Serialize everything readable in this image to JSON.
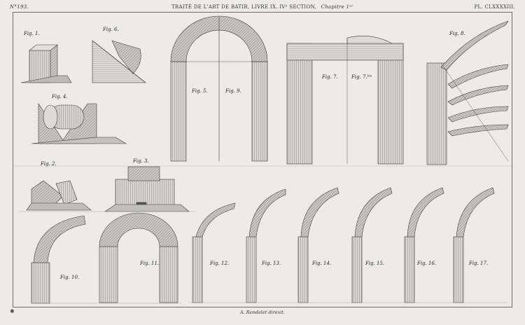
{
  "header": {
    "plate_number_left": "N°193.",
    "title": "TRAITÉ DE L'ART DE BATIR, LIVRE IX. IVᵉ SECTION,",
    "chapter": "Chapitre 1ᵉʳ",
    "plate_number_right": "PL. CLXXXXIII."
  },
  "figures": {
    "fig1": "Fig. 1.",
    "fig2": "Fig. 2.",
    "fig3": "Fig. 3.",
    "fig4": "Fig. 4.",
    "fig5": "Fig. 5.",
    "fig6": "Fig. 6.",
    "fig7": "Fig. 7.",
    "fig7bis": "Fig. 7.ᵇⁱˢ",
    "fig8": "Fig. 8.",
    "fig9": "Fig. 9.",
    "fig10": "Fig. 10.",
    "fig11": "Fig. 11.",
    "fig12": "Fig. 12.",
    "fig13": "Fig. 13.",
    "fig14": "Fig. 14.",
    "fig15": "Fig. 15.",
    "fig16": "Fig. 16.",
    "fig17": "Fig. 17."
  },
  "footer": {
    "credit": "A. Rondelet direxit.",
    "corner_mark": "✱"
  },
  "colors": {
    "paper": "#ecebe5",
    "ink": "#3a3a3a",
    "shade": "#b9b8b2"
  }
}
